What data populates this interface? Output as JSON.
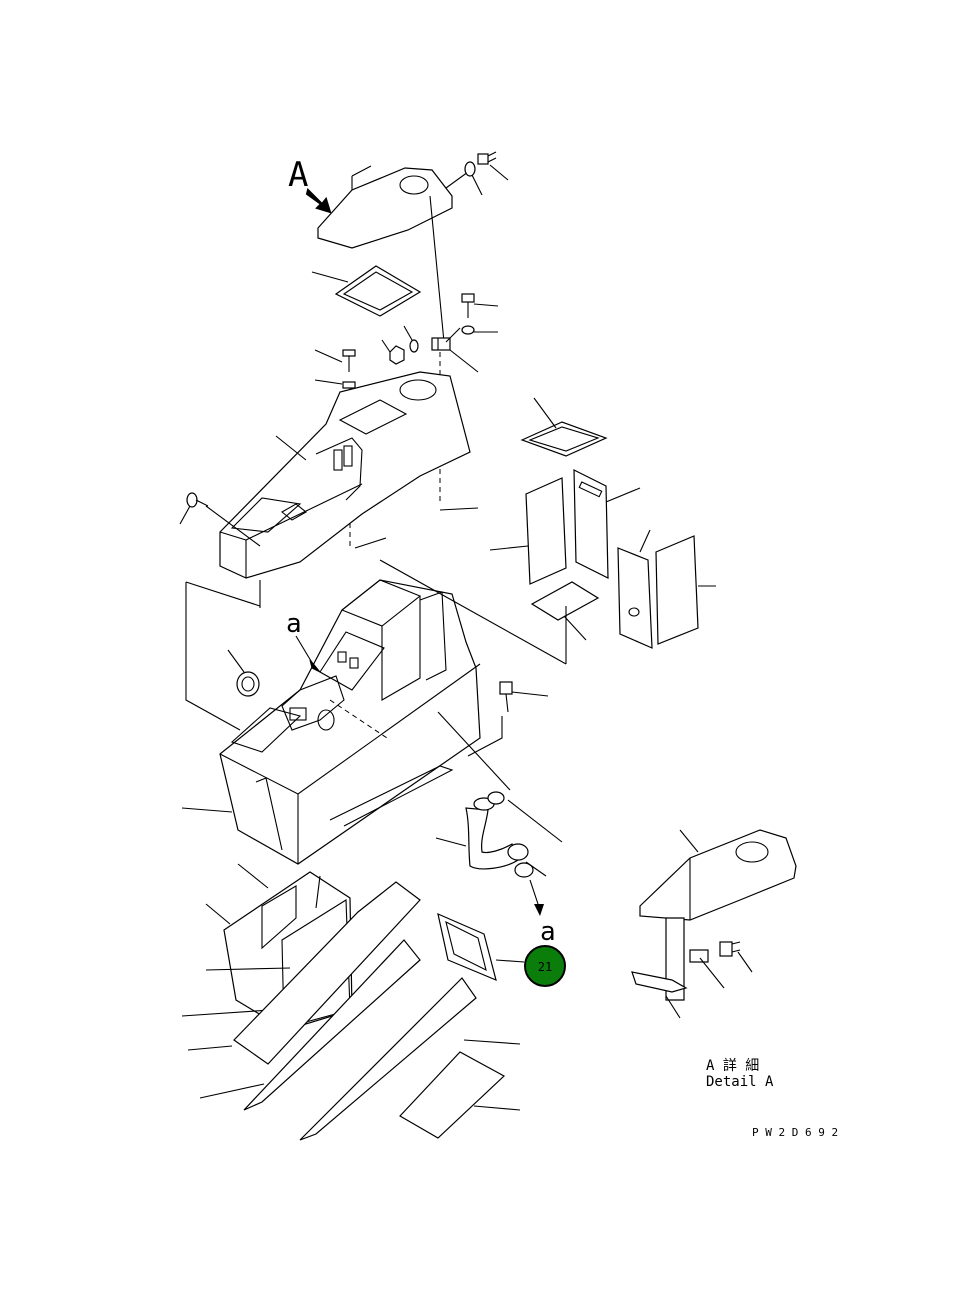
{
  "view_label": "A",
  "detail_ref": "a",
  "callout_ref": "a",
  "callout": {
    "number": "21",
    "fill": "#0a7d0a",
    "text_color": "#ffffff"
  },
  "detail_caption_jp": "A 詳 細",
  "detail_caption_en": "Detail A",
  "drawing_code": "P W 2 D 6 9 2"
}
